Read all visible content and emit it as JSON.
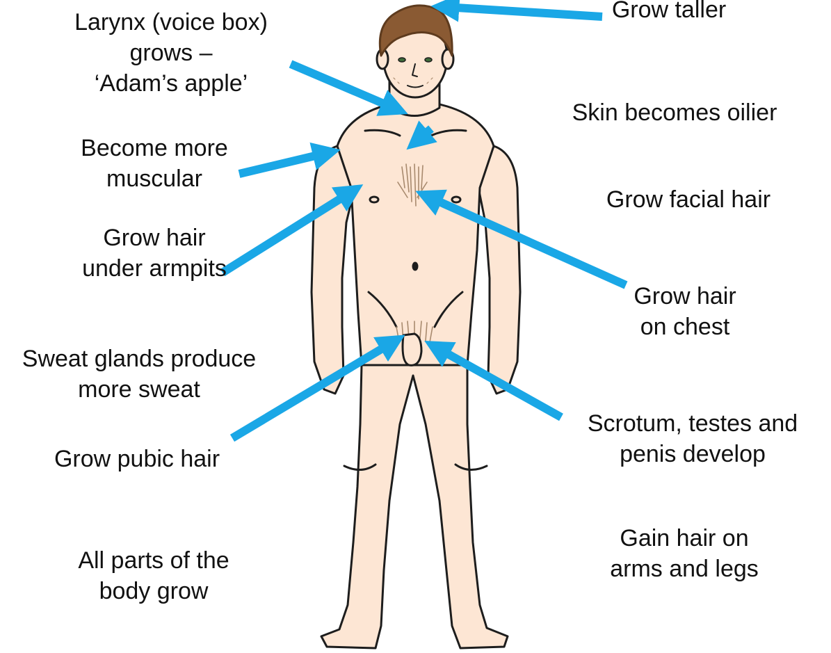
{
  "colors": {
    "arrow": "#1aa7e6",
    "skin": "#fde6d4",
    "skin_shade": "#f6cdb6",
    "outline": "#1d1d1d",
    "hair": "#8a5a33",
    "hair_dark": "#5e3b1e",
    "body_hair": "#a88a6e"
  },
  "icons": {
    "figure": "human-body-male-icon",
    "arrow": "arrow-icon"
  },
  "labels": {
    "larynx": [
      "Larynx (voice box)",
      "grows –",
      "‘Adam’s apple’"
    ],
    "taller": [
      "Grow taller"
    ],
    "oily_skin": [
      "Skin becomes oilier"
    ],
    "muscular": [
      "Become more",
      "muscular"
    ],
    "facial_hair": [
      "Grow facial hair"
    ],
    "armpit_hair": [
      "Grow hair",
      "under armpits"
    ],
    "chest_hair": [
      "Grow hair",
      "on chest"
    ],
    "sweat": [
      "Sweat glands produce",
      "more sweat"
    ],
    "genitals": [
      "Scrotum, testes and",
      "penis develop"
    ],
    "pubic_hair": [
      "Grow pubic hair"
    ],
    "limb_hair": [
      "Gain hair on",
      "arms and legs"
    ],
    "body_grows": [
      "All parts of the",
      "body grow"
    ]
  }
}
